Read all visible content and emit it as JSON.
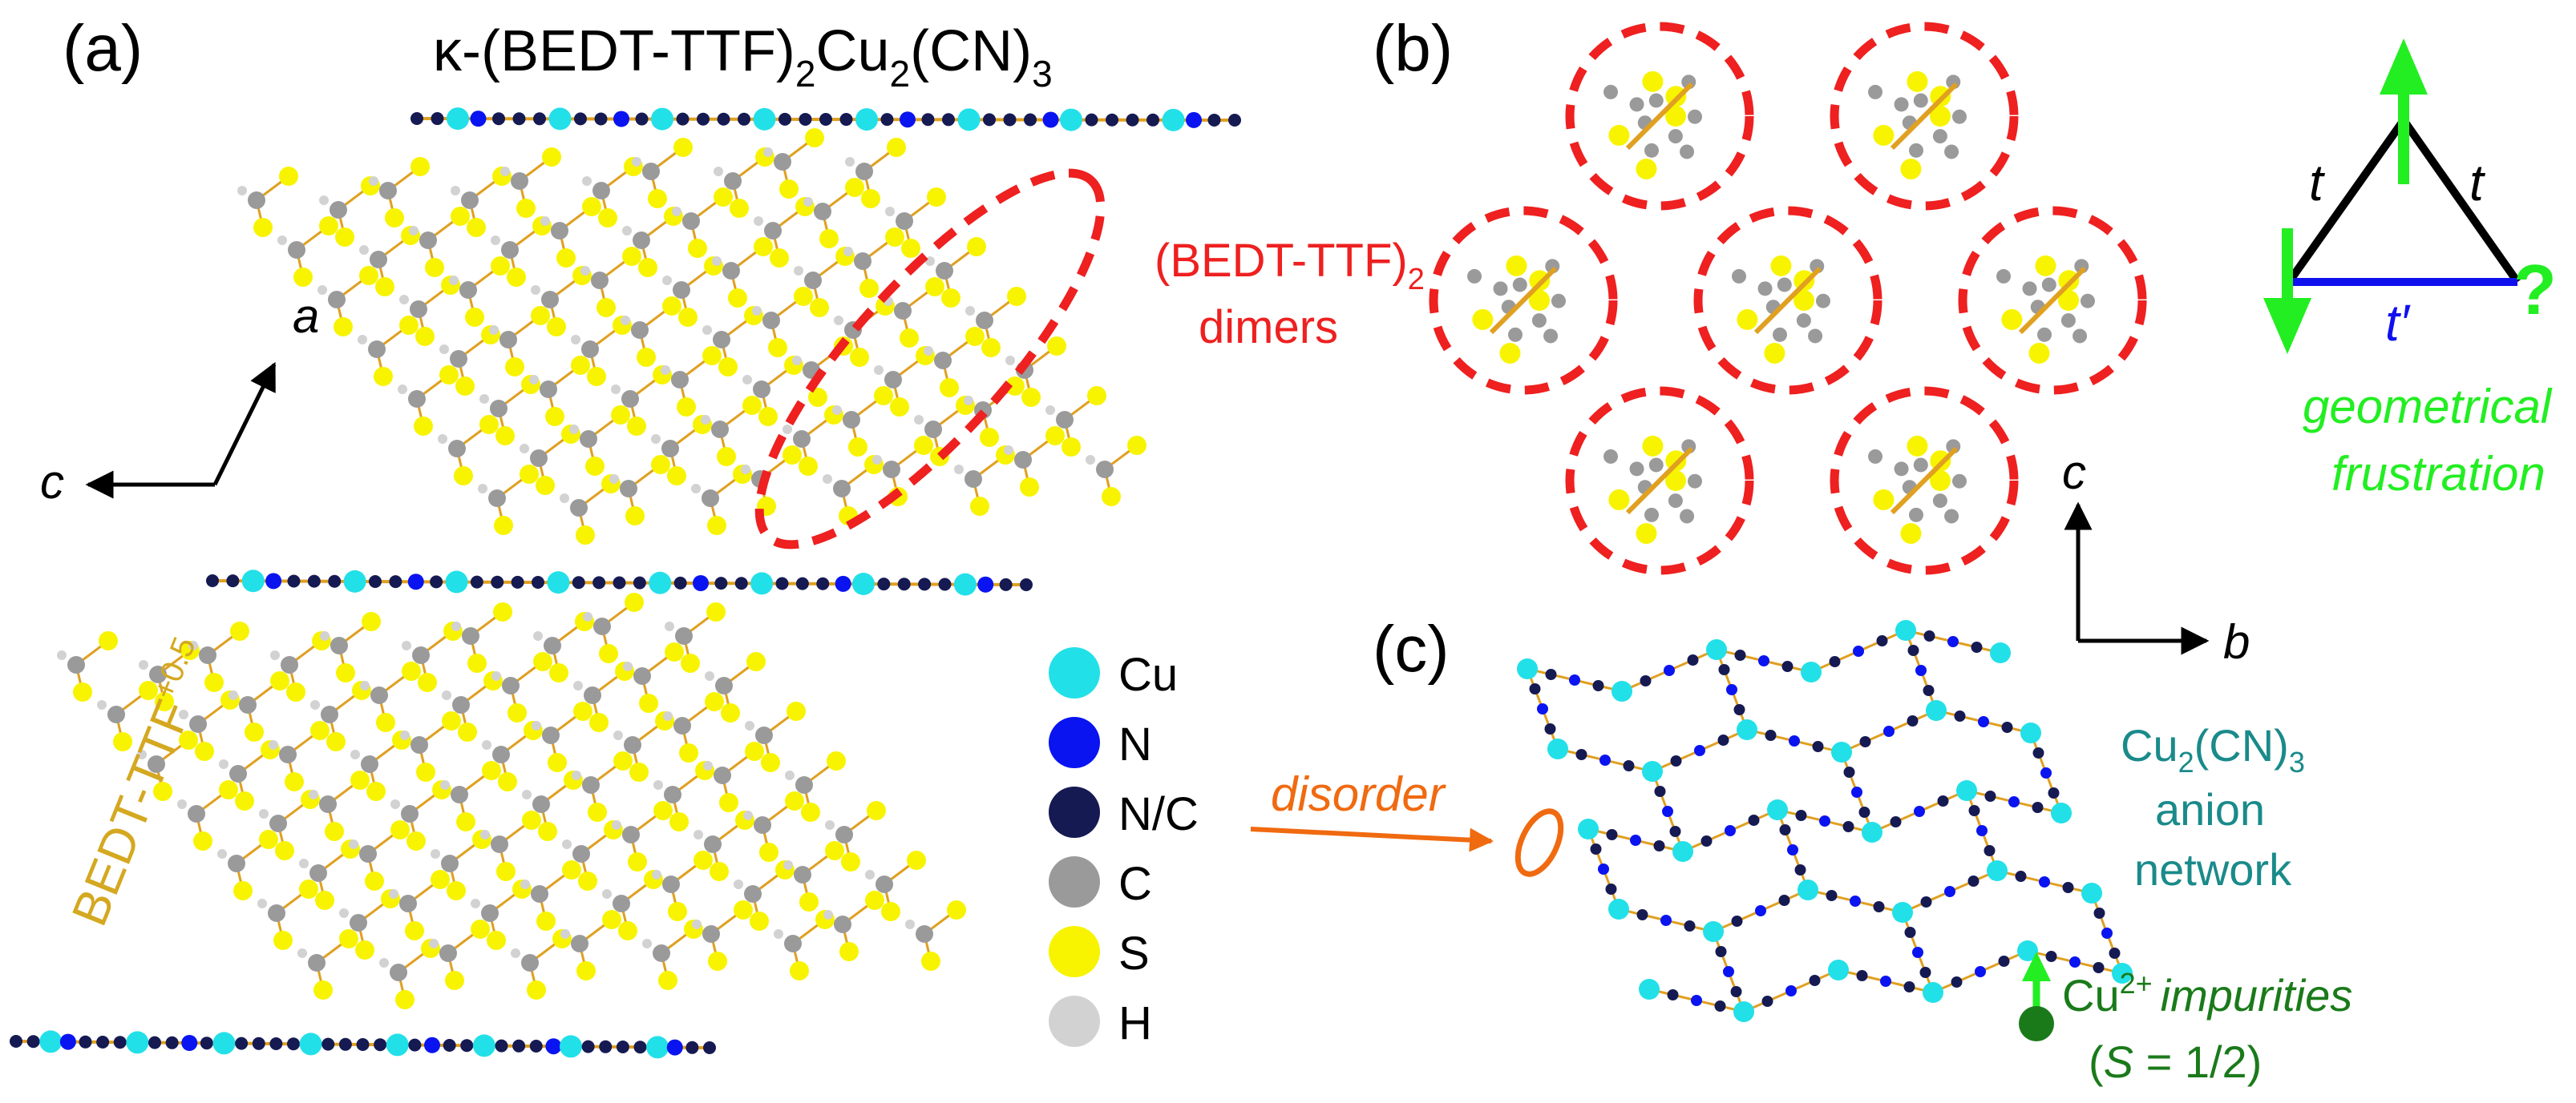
{
  "panels": {
    "a": {
      "label": "(a)",
      "title": {
        "kappa": "κ-(BEDT-TTF)",
        "sub1": "2",
        "mid": "Cu",
        "sub2": "2",
        "tail": "(CN)",
        "sub3": "3"
      },
      "axis_a": "a",
      "axis_c": "c",
      "dimer_label": {
        "line1": "(BEDT-TTF)",
        "sub": "2",
        "line2": "dimers"
      },
      "molecule_label": {
        "base": "BEDT-TTF",
        "sup": "+0.5"
      }
    },
    "b": {
      "label": "(b)",
      "axis_c": "c",
      "axis_b": "b",
      "triangle": {
        "t_left": "t",
        "t_right": "t",
        "t_bottom": "t′",
        "question": "?"
      },
      "frustration": {
        "line1": "geometrical",
        "line2": "frustration"
      }
    },
    "c": {
      "label": "(c)",
      "disorder": "disorder",
      "network": {
        "line1_base": "Cu",
        "line1_sub": "2",
        "line1_mid": "(CN)",
        "line1_sub2": "3",
        "line2": "anion",
        "line3": "network"
      },
      "impurities": {
        "base": "Cu",
        "sup": "2+",
        "word": "impurities",
        "spin_open": "(",
        "spin_S": "S",
        "spin_eq": " = 1/2)"
      }
    }
  },
  "legend": [
    {
      "label": "Cu",
      "color": "#22e0e8"
    },
    {
      "label": "N",
      "color": "#0a14f0"
    },
    {
      "label": "N/C",
      "color": "#161a52"
    },
    {
      "label": "C",
      "color": "#9a9a9a"
    },
    {
      "label": "S",
      "color": "#f8f400"
    },
    {
      "label": "H",
      "color": "#d2d2d2"
    }
  ],
  "colors": {
    "cu": "#22e0e8",
    "n": "#0a14f0",
    "nc": "#161a52",
    "c": "#9a9a9a",
    "s": "#f8f400",
    "h": "#d2d2d2",
    "bond": "#e0a020",
    "dimer": "#ee2020",
    "frustration": "#22ee22",
    "t_prime": "#1010ee",
    "disorder": "#f06a10",
    "network_text": "#1a8a8a",
    "impurity": "#1a7a1a",
    "molecule_label": "#d4a820"
  }
}
